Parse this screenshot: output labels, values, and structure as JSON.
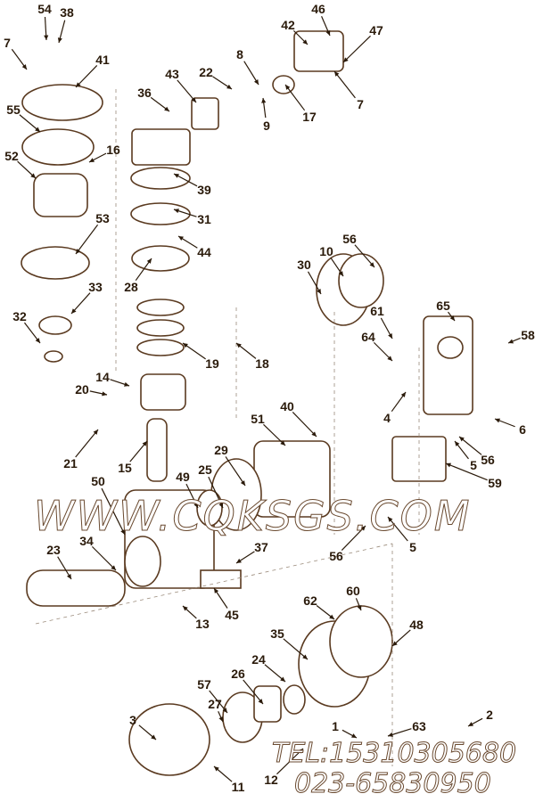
{
  "diagram": {
    "part_labels": [
      "54",
      "38",
      "7",
      "41",
      "55",
      "16",
      "52",
      "53",
      "33",
      "32",
      "14",
      "20",
      "21",
      "15",
      "49",
      "50",
      "23",
      "34",
      "36",
      "43",
      "22",
      "8",
      "9",
      "17",
      "42",
      "46",
      "47",
      "7",
      "39",
      "31",
      "44",
      "28",
      "19",
      "18",
      "29",
      "25",
      "51",
      "40",
      "37",
      "45",
      "13",
      "30",
      "10",
      "56",
      "61",
      "65",
      "64",
      "58",
      "4",
      "6",
      "5",
      "56",
      "59",
      "56",
      "5",
      "62",
      "60",
      "48",
      "35",
      "24",
      "26",
      "57",
      "27",
      "3",
      "1",
      "2",
      "63",
      "12",
      "11"
    ],
    "line_color": "#5a3a20",
    "label_color": "#2a1a0a"
  },
  "watermark": {
    "url": "WWW.CQKSGS.COM",
    "tel": "TEL:15310305680",
    "fax": "023-65830950"
  }
}
